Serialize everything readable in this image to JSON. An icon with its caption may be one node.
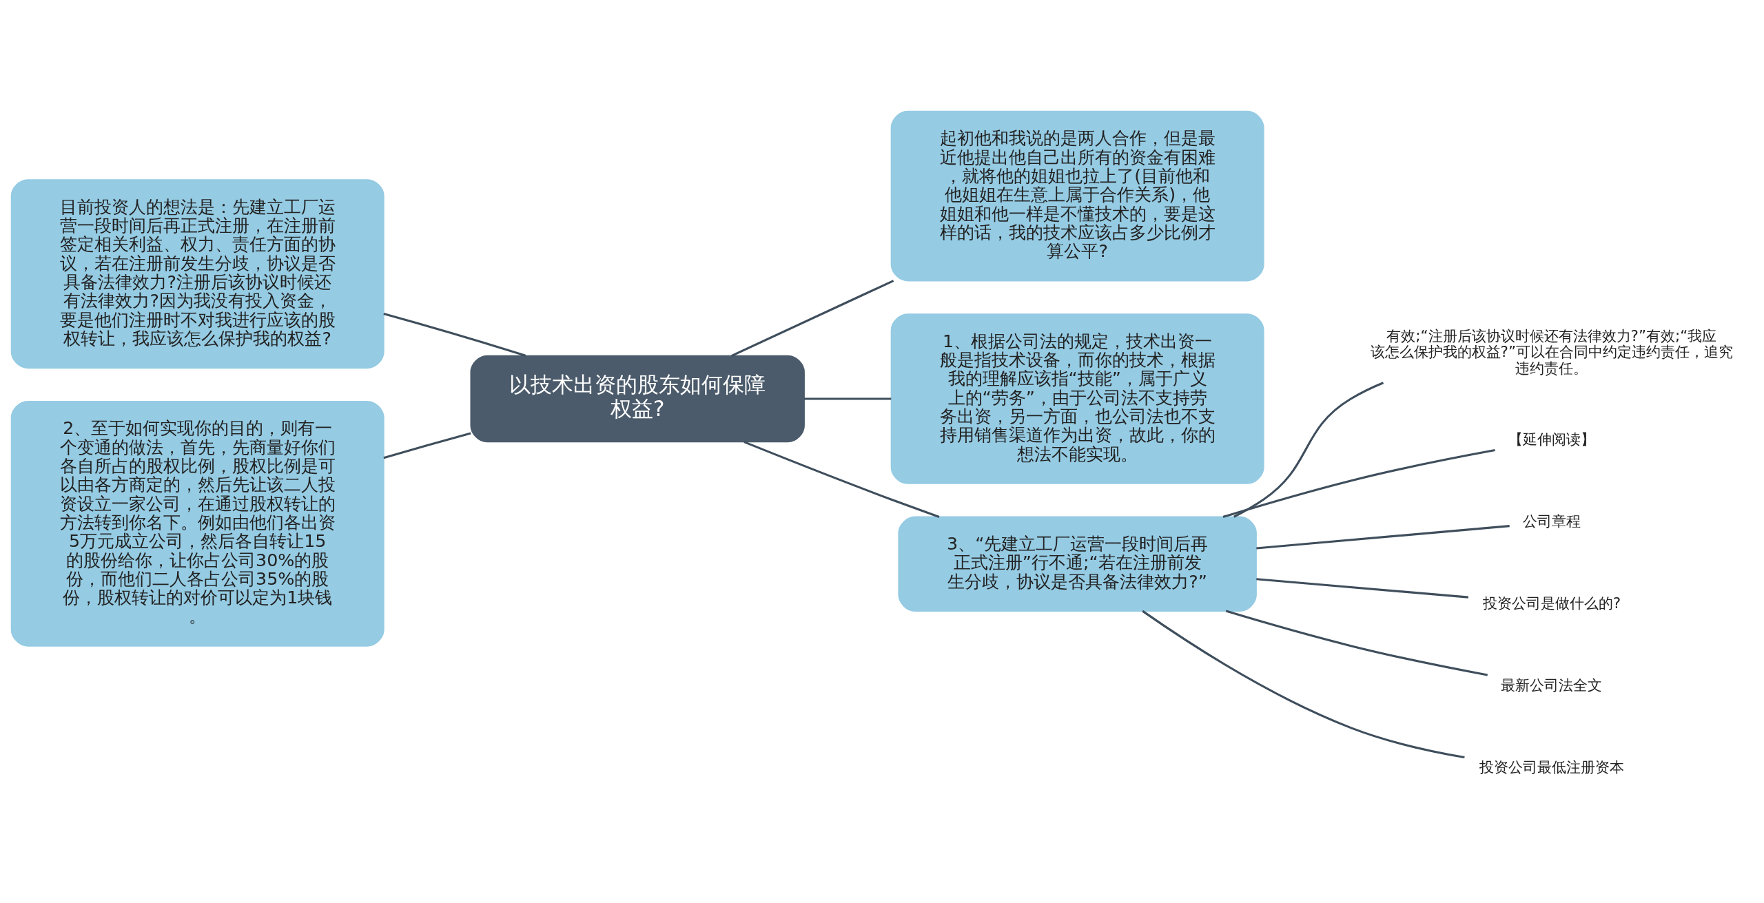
{
  "diagram": {
    "nodes": [
      {
        "text": [
          "以技术出资的股东如何保障权益?"
        ]
      },
      {
        "text": [
          "目前投资人的想法是：先建立工厂运营一段时间后再正式注册，在注册前签定相关利益、权力、责任方面的协议，若在注册前发生分歧，协议是否具备法律效力?注册后该协议时候还有法律效力?因为我没有投入资金，要是他们注册时不对我进行应该的股权转让，我应该怎么保护我的权益?"
        ]
      },
      {
        "text": [
          "2、至于如何实现你的目的，则有一个变通的做法，首先，先商量好你们各自所占的股权比例，股权比例是可以由各方商定的，然后先让该二人投资设立一家公司，在通过股权转让的方法转到你名下。例如由他们各出资5万元成立公司，然后各自转让15的股份给你，让你占公司30%的股份，而他们二人各占公司35%的股份，股权转让的对价可以定为1块钱。"
        ]
      },
      {
        "text": [
          "起初他和我说的是两人合作，但是最近他提出他自己出所有的资金有困难，就将他的姐姐也拉上了(目前他和他姐姐在生意上属于合作关系)，他姐姐和他一样是不懂技术的，要是这样的话，我的技术应该占多少比例才算公平?"
        ]
      },
      {
        "text": [
          "1、根据公司法的规定，技术出资一般是指技术设备，而你的技术，根据我的理解应该指“技能”，属于广义上的“劳务”，由于公司法不支持劳务出资，另一方面，也公司法也不支持用销售渠道作为出资，故此，你的想法不能实现。"
        ]
      },
      {
        "text": [
          "3、“先建立工厂运营一段时间后再正式注册”行不通;“若在注册前发生分歧，协议是否具备法律效力?”"
        ]
      },
      {
        "text": [
          "有效;“注册后该协议时候还有法律效力?”有效;“我应该怎么保护我的权益?”可以在合同中约定违约责任，追究违约责任。"
        ]
      },
      {
        "text": [
          "【延伸阅读】"
        ]
      },
      {
        "text": [
          "公司章程"
        ]
      },
      {
        "text": [
          "投资公司是做什么的?"
        ]
      },
      {
        "text": [
          "最新公司法全文"
        ]
      },
      {
        "text": [
          "投资公司最低注册资本"
        ]
      }
    ],
    "edges": [
      {
        "from": 0,
        "to": 1,
        "arrow": "none"
      },
      {
        "from": 0,
        "to": 2,
        "arrow": "none"
      },
      {
        "from": 0,
        "to": 3,
        "arrow": "none"
      },
      {
        "from": 0,
        "to": 4,
        "arrow": "none"
      },
      {
        "from": 0,
        "to": 5,
        "arrow": "none"
      },
      {
        "from": 5,
        "to": 6,
        "arrow": "none"
      },
      {
        "from": 5,
        "to": 7,
        "arrow": "none"
      },
      {
        "from": 5,
        "to": 8,
        "arrow": "none"
      },
      {
        "from": 5,
        "to": 9,
        "arrow": "none"
      },
      {
        "from": 5,
        "to": 10,
        "arrow": "none"
      },
      {
        "from": 5,
        "to": 11,
        "arrow": "none"
      }
    ]
  }
}
